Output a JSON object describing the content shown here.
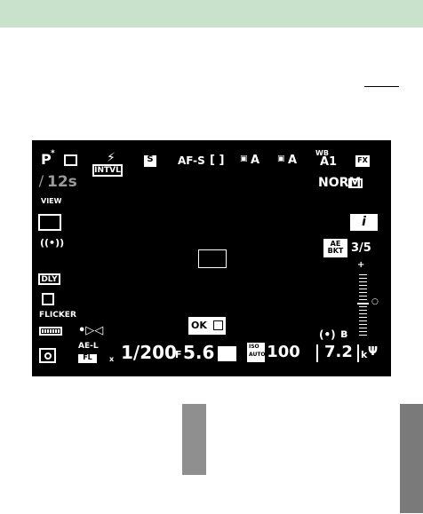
{
  "vf": {
    "mode": "P",
    "flexible_program": "*",
    "release_mode": "",
    "interval": "INTVL",
    "flash_ready": "⚡",
    "image_area_s": "S",
    "focus_mode": "AF-S",
    "af_area": "[ ]",
    "wb_a": "A",
    "picture_a": "A",
    "wb": "WB",
    "a1": "A1",
    "fx": "FX",
    "time": "12s",
    "view": "VIEW",
    "norm": "NORM",
    "i_button": "i",
    "ae_bkt_top": "AE",
    "ae_bkt_bottom": "BKT",
    "bkt_count": "3/5",
    "dly": "DLY",
    "flicker": "FLICKER",
    "ael": "AE-L",
    "fl": "FL",
    "shutter": "1/200",
    "f_prefix": "F",
    "aperture": "5.6",
    "ok": "OK",
    "iso_label": "ISO",
    "iso_auto": "AUTO",
    "iso": "100",
    "shots": "7.2",
    "shots_unit": "k",
    "x_mark": "x"
  }
}
